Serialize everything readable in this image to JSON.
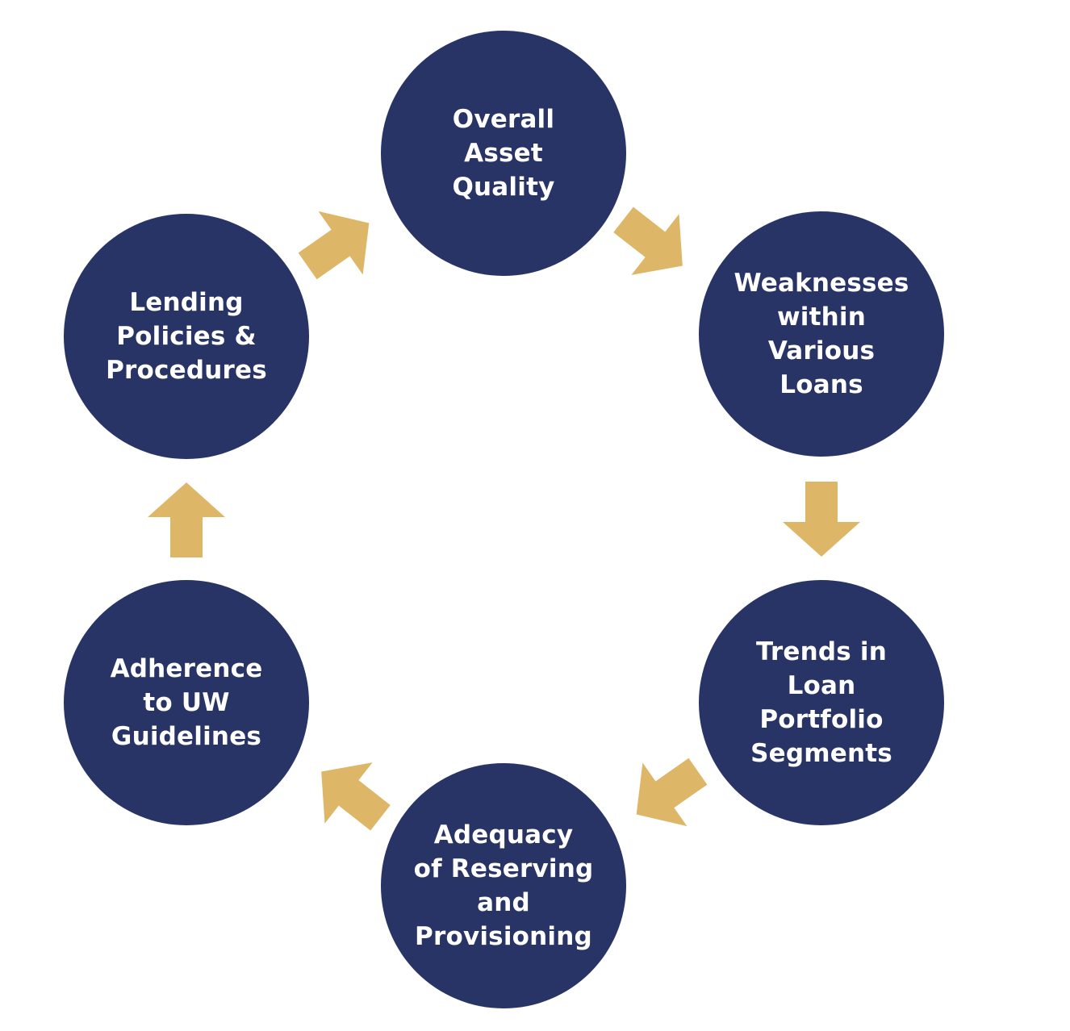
{
  "diagram": {
    "type": "cycle",
    "colors": {
      "node_fill": "#283466",
      "node_text": "#ffffff",
      "arrow_fill": "#DDB668",
      "background": "#ffffff"
    },
    "nodes": [
      {
        "id": "overall-asset-quality",
        "label": "Overall\nAsset\nQuality"
      },
      {
        "id": "weaknesses-within-various-loans",
        "label": "Weaknesses\nwithin\nVarious\nLoans"
      },
      {
        "id": "trends-in-loan-portfolio-segments",
        "label": "Trends in\nLoan\nPortfolio\nSegments"
      },
      {
        "id": "adequacy-of-reserving-and-provisioning",
        "label": "Adequacy\nof Reserving\nand\nProvisioning"
      },
      {
        "id": "adherence-to-uw-guidelines",
        "label": "Adherence\nto UW\nGuidelines"
      },
      {
        "id": "lending-policies-procedures",
        "label": "Lending\nPolicies &\nProcedures"
      }
    ],
    "flow_direction": "clockwise"
  }
}
